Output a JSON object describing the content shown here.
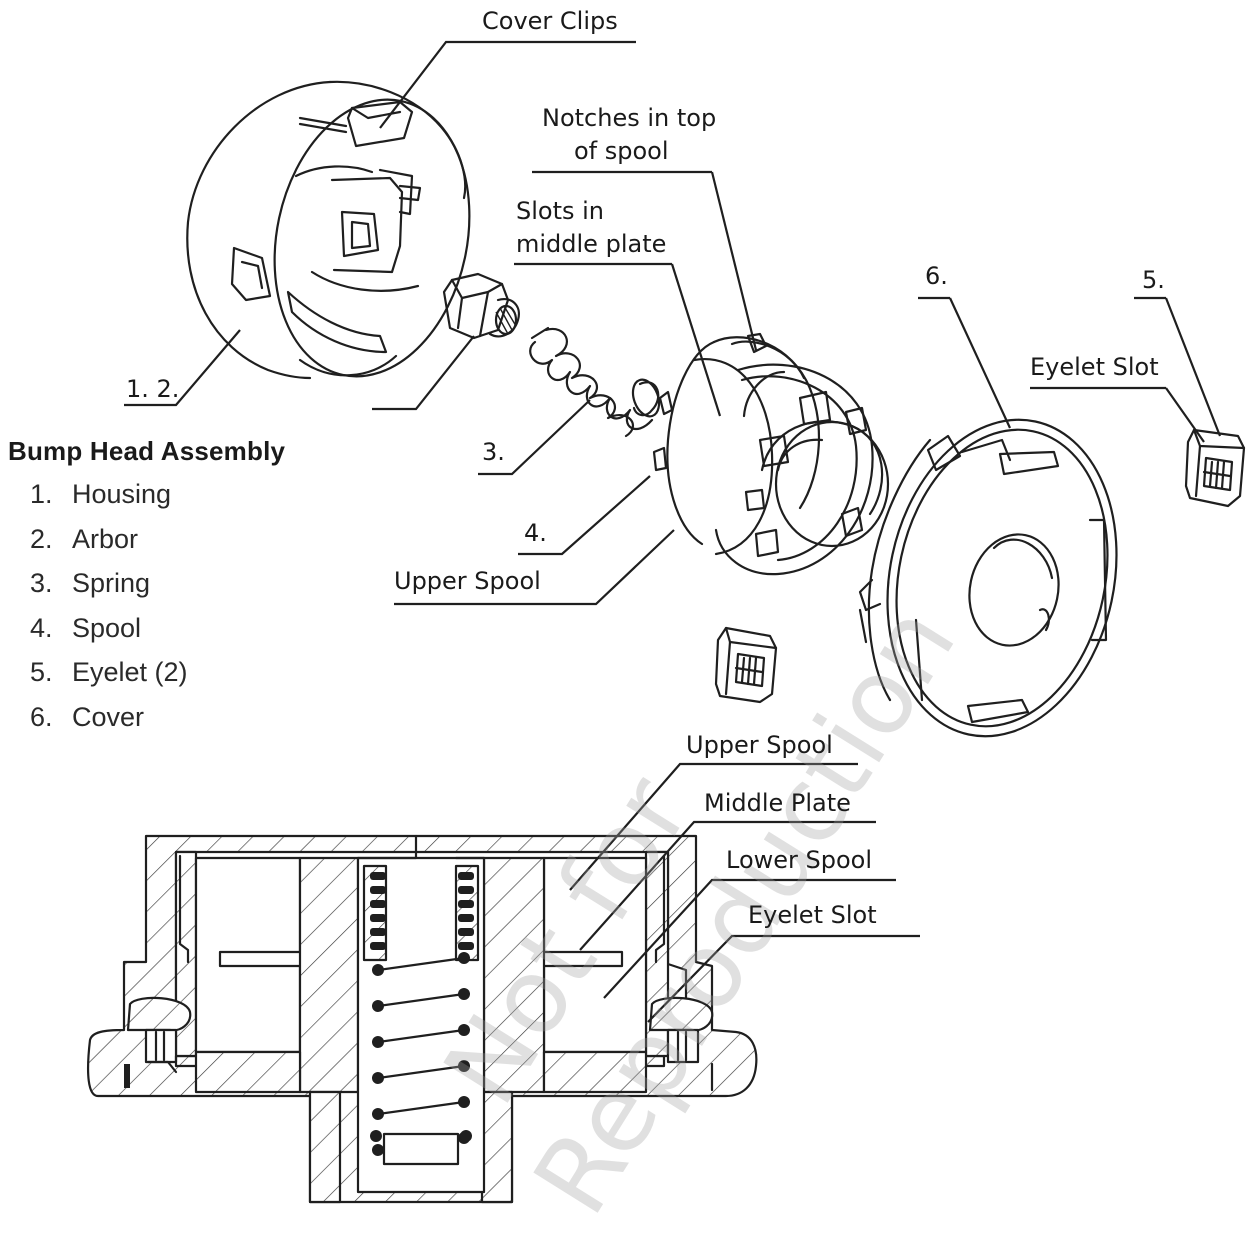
{
  "callouts": {
    "cover_clips": "Cover Clips",
    "notches_line1": "Notches in top",
    "notches_line2": "of spool",
    "slots_line1": "Slots in",
    "slots_line2": "middle plate",
    "part_6": "6.",
    "part_5": "5.",
    "eyelet_slot_top": "Eyelet Slot",
    "part_1_2": "1. 2.",
    "part_3": "3.",
    "part_4": "4.",
    "upper_spool_top": "Upper Spool"
  },
  "legend": {
    "title": "Bump Head Assembly",
    "items": [
      {
        "num": "1.",
        "label": "Housing"
      },
      {
        "num": "2.",
        "label": "Arbor"
      },
      {
        "num": "3.",
        "label": "Spring"
      },
      {
        "num": "4.",
        "label": "Spool"
      },
      {
        "num": "5.",
        "label": "Eyelet (2)"
      },
      {
        "num": "6.",
        "label": "Cover"
      }
    ]
  },
  "section_callouts": {
    "upper_spool": "Upper Spool",
    "middle_plate": "Middle Plate",
    "lower_spool": "Lower Spool",
    "eyelet_slot": "Eyelet Slot"
  },
  "watermark": {
    "line1": "Not for",
    "line2": "Reproduction"
  },
  "colors": {
    "ink": "#1f1f1f",
    "watermark": "#a0a0a0",
    "background": "#ffffff"
  }
}
